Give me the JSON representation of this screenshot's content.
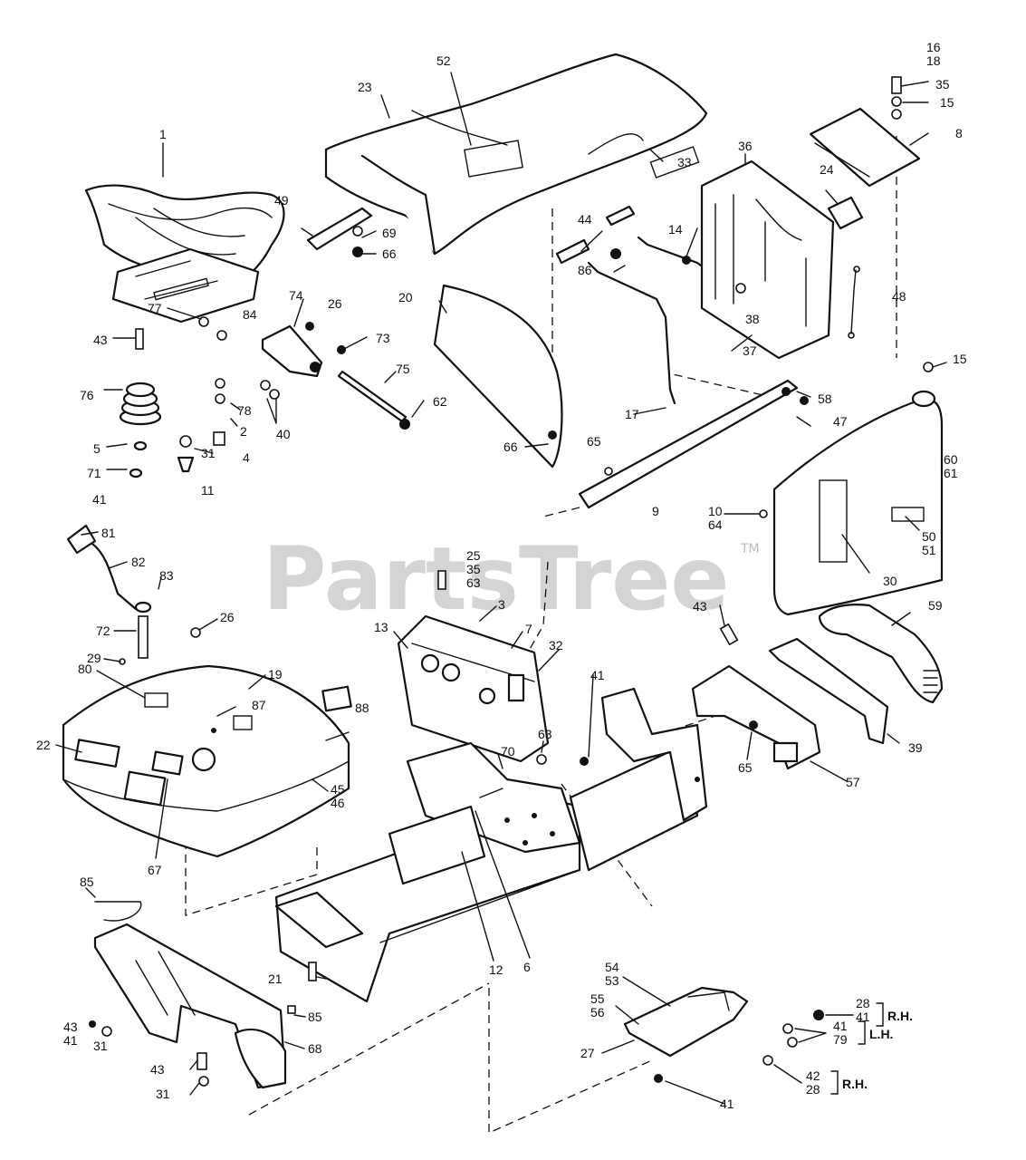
{
  "watermark": {
    "text": "PartsTree",
    "trademark": "TM"
  },
  "callouts": {
    "c1": "1",
    "c2": "2",
    "c4": "4",
    "c5": "5",
    "c11": "11",
    "c31a": "31",
    "c41a": "41",
    "c71": "71",
    "c76": "76",
    "c77": "77",
    "c84": "84",
    "c78": "78",
    "c43a": "43",
    "c74": "74",
    "c26a": "26",
    "c73": "73",
    "c75": "75",
    "c62": "62",
    "c40": "40",
    "c49": "49",
    "c69": "69",
    "c66a": "66",
    "c23": "23",
    "c52": "52",
    "c33": "33",
    "c44": "44",
    "c86": "86",
    "c20": "20",
    "c66b": "66",
    "c17": "17",
    "c37": "37",
    "c16": "16",
    "c18": "18",
    "c35a": "35",
    "c15a": "15",
    "c8": "8",
    "c36": "36",
    "c24": "24",
    "c14": "14",
    "c38": "38",
    "c48": "48",
    "c15b": "15",
    "c58": "58",
    "c47": "47",
    "c65a": "65",
    "c9": "9",
    "c60": "60",
    "c61": "61",
    "c10": "10",
    "c64": "64",
    "c50": "50",
    "c51": "51",
    "c30": "30",
    "c81": "81",
    "c82": "82",
    "c83": "83",
    "c72": "72",
    "c29": "29",
    "c26b": "26",
    "c19": "19",
    "c80": "80",
    "c87": "87",
    "c88": "88",
    "c22": "22",
    "c45": "45",
    "c46": "46",
    "c67": "67",
    "c25": "25",
    "c35b": "35",
    "c63a": "63",
    "c13": "13",
    "c3": "3",
    "c7": "7",
    "c32": "32",
    "c41b": "41",
    "c63b": "63",
    "c70": "70",
    "c43b": "43",
    "c59": "59",
    "c65b": "65",
    "c39": "39",
    "c57": "57",
    "c85a": "85",
    "c43c": "43",
    "c41c": "41",
    "c31b": "31",
    "c21": "21",
    "c12": "12",
    "c6": "6",
    "c85b": "85",
    "c68": "68",
    "c43d": "43",
    "c31c": "31",
    "c54": "54",
    "c53": "53",
    "c55": "55",
    "c56": "56",
    "c27": "27",
    "c41d": "41",
    "c28a": "28",
    "c41e": "41",
    "c41f": "41",
    "c79": "79",
    "c42": "42",
    "c28b": "28"
  },
  "side_notes": {
    "rh_top": "R.H.",
    "lh": "L.H.",
    "rh_bottom": "R.H."
  }
}
